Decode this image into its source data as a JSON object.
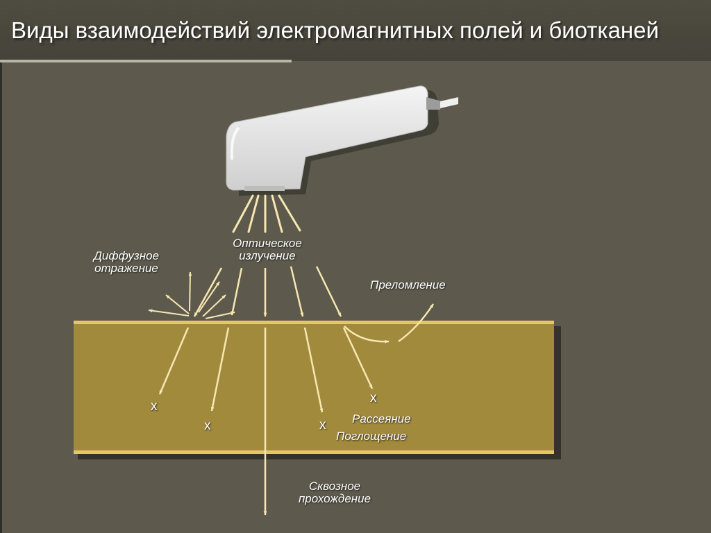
{
  "slide": {
    "title": "Виды взаимодействий электромагнитных полей и биотканей"
  },
  "labels": {
    "diffuse_reflection": "Диффузное\nотражение",
    "optical_radiation": "Оптическое\nизлучение",
    "refraction": "Преломление",
    "scattering": "Рассеяние",
    "absorption": "Поглощение",
    "transmission": "Сквозное\nпрохождение"
  },
  "marks": {
    "absorption_mark": "x"
  },
  "colors": {
    "background": "#5d5a4d",
    "tissue_fill": "#a28a3d",
    "tissue_edge": "#e2c960",
    "ray": "#f7e7b1",
    "device_body": "#e3e3e3"
  },
  "icons": {
    "device": "handheld-light-emitter-icon"
  }
}
